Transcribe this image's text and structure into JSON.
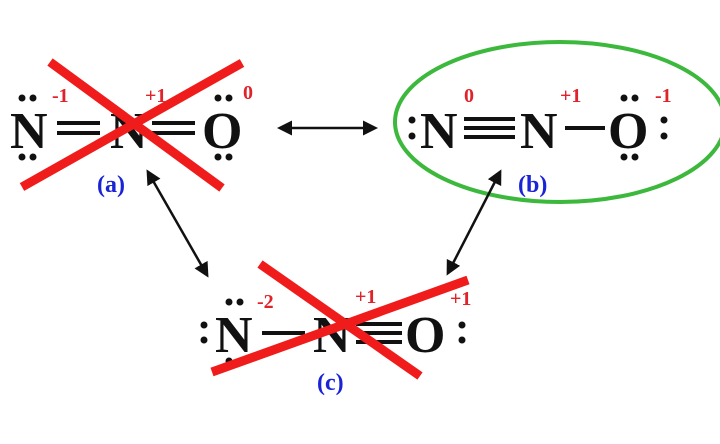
{
  "colors": {
    "cross": "#f01c1c",
    "charge": "#e0232a",
    "label": "#1a24d6",
    "highlight": "#3cb83c"
  },
  "structures": {
    "a": {
      "label": "(a)",
      "atoms": [
        "N",
        "N",
        "O"
      ],
      "charges": [
        "-1",
        "+1",
        "0"
      ],
      "bonds": [
        "double",
        "double"
      ],
      "status": "rejected"
    },
    "b": {
      "label": "(b)",
      "atoms": [
        "N",
        "N",
        "O"
      ],
      "charges": [
        "0",
        "+1",
        "-1"
      ],
      "bonds": [
        "triple",
        "single"
      ],
      "status": "preferred"
    },
    "c": {
      "label": "(c)",
      "atoms": [
        "N",
        "N",
        "O"
      ],
      "charges": [
        "-2",
        "+1",
        "+1"
      ],
      "bonds": [
        "single",
        "triple"
      ],
      "status": "rejected"
    }
  }
}
